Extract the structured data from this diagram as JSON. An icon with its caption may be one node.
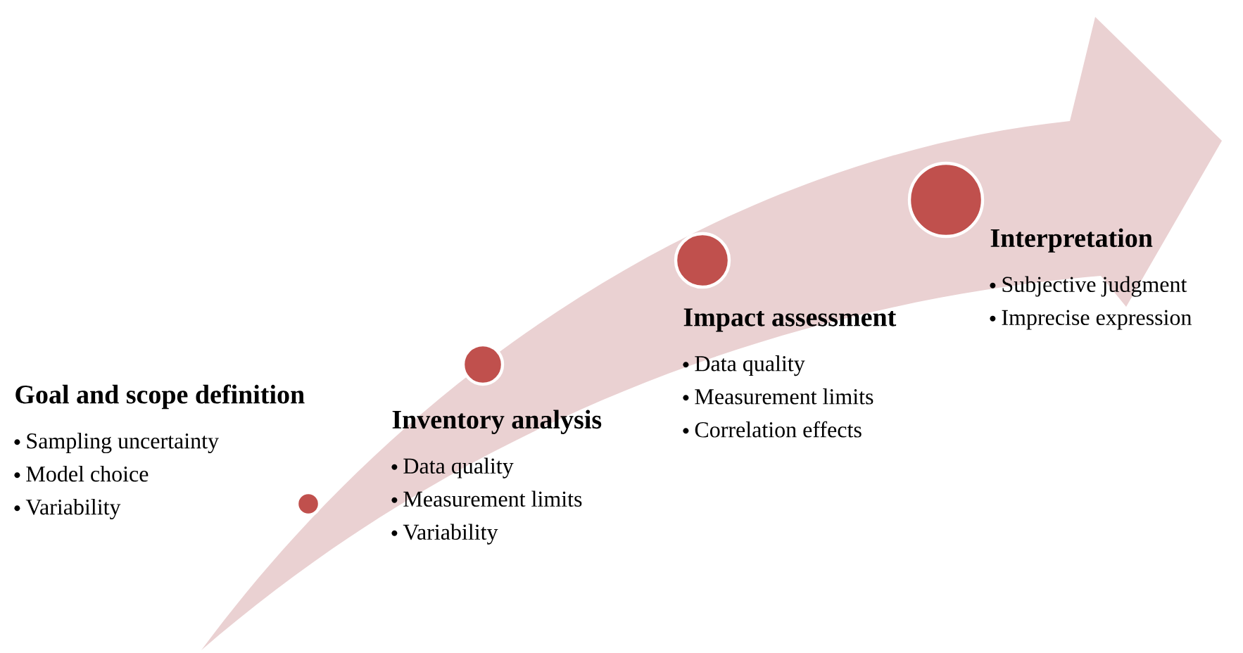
{
  "diagram": {
    "nodes": [
      {
        "text": [],
        "shape": "circle"
      },
      {
        "text": [],
        "shape": "circle"
      },
      {
        "text": [],
        "shape": "circle"
      },
      {
        "text": [],
        "shape": "circle"
      },
      {
        "text": [
          "Goal and scope definition",
          "Sampling uncertainty",
          "Model choice",
          "Variability"
        ]
      },
      {
        "text": [
          "Inventory analysis",
          "Data quality",
          "Measurement limits",
          "Variability"
        ]
      },
      {
        "text": [
          "Impact assessment",
          "Data quality",
          "Measurement limits",
          "Correlation effects"
        ]
      },
      {
        "text": [
          "Interpretation",
          "Subjective judgment",
          "Imprecise expression"
        ]
      }
    ]
  }
}
